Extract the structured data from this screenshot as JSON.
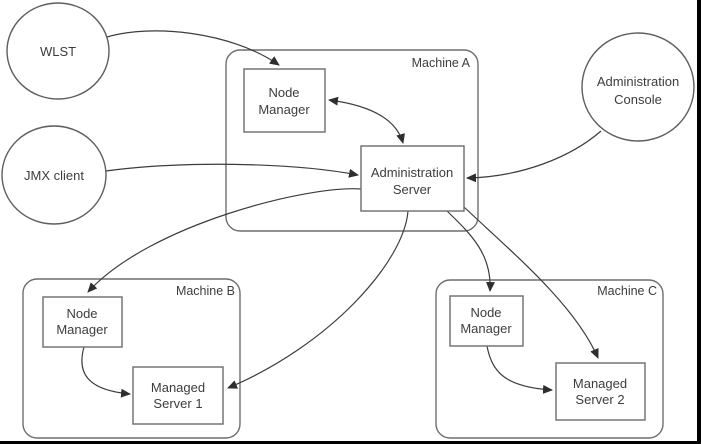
{
  "nodes": {
    "wlst": {
      "label": "WLST"
    },
    "jmx_client": {
      "label": "JMX client"
    },
    "admin_console": {
      "line1": "Administration",
      "line2": "Console"
    },
    "machine_a": {
      "label": "Machine A"
    },
    "node_manager_a": {
      "line1": "Node",
      "line2": "Manager"
    },
    "admin_server": {
      "line1": "Administration",
      "line2": "Server"
    },
    "machine_b": {
      "label": "Machine B"
    },
    "node_manager_b": {
      "line1": "Node",
      "line2": "Manager"
    },
    "managed_server_1": {
      "line1": "Managed",
      "line2": "Server 1"
    },
    "machine_c": {
      "label": "Machine C"
    },
    "node_manager_c": {
      "line1": "Node",
      "line2": "Manager"
    },
    "managed_server_2": {
      "line1": "Managed",
      "line2": "Server 2"
    }
  },
  "edges": [
    {
      "from": "WLST",
      "to": "Node Manager (Machine A)",
      "arrow": "single"
    },
    {
      "from": "JMX client",
      "to": "Administration Server",
      "arrow": "single"
    },
    {
      "from": "Administration Console",
      "to": "Administration Server",
      "arrow": "single"
    },
    {
      "from": "Node Manager (Machine A)",
      "to": "Administration Server",
      "arrow": "double"
    },
    {
      "from": "Administration Server",
      "to": "Node Manager (Machine B)",
      "arrow": "single"
    },
    {
      "from": "Administration Server",
      "to": "Managed Server 1",
      "arrow": "single"
    },
    {
      "from": "Administration Server",
      "to": "Node Manager (Machine C)",
      "arrow": "single"
    },
    {
      "from": "Administration Server",
      "to": "Managed Server 2",
      "arrow": "single"
    },
    {
      "from": "Node Manager (Machine B)",
      "to": "Managed Server 1",
      "arrow": "single"
    },
    {
      "from": "Node Manager (Machine C)",
      "to": "Managed Server 2",
      "arrow": "single"
    }
  ],
  "colors": {
    "background": "#ffffff",
    "line": "#3c3c3c",
    "box_border": "#757575",
    "container_border": "#6e6e6e",
    "text": "#3d3d3d",
    "frame_border": "#000000"
  }
}
